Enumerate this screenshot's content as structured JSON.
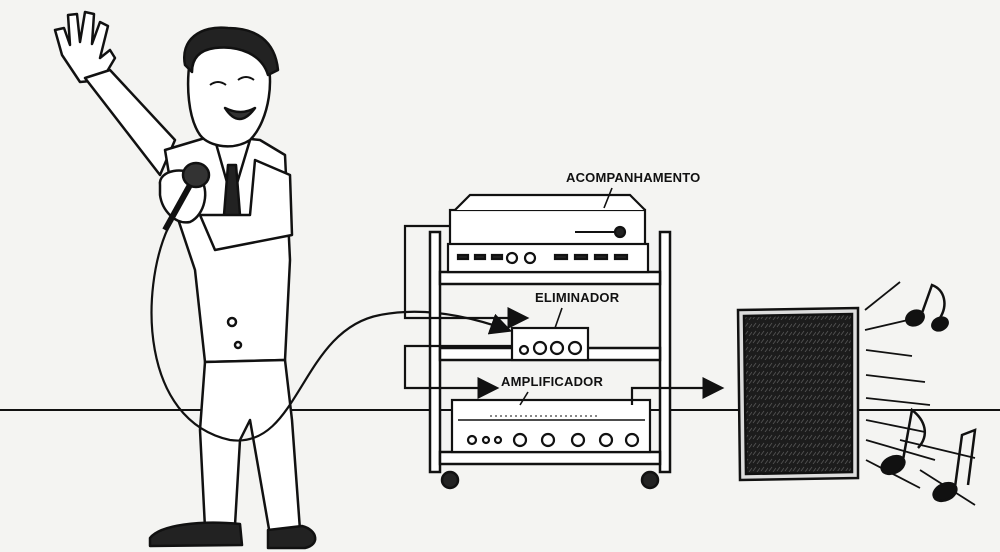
{
  "labels": {
    "accompaniment": "ACOMPANHAMENTO",
    "eliminator": "ELIMINADOR",
    "amplifier": "AMPLIFICADOR"
  },
  "colors": {
    "ink": "#111111",
    "paper": "#f4f4f2",
    "speaker_grille": "#1c1c1c"
  }
}
